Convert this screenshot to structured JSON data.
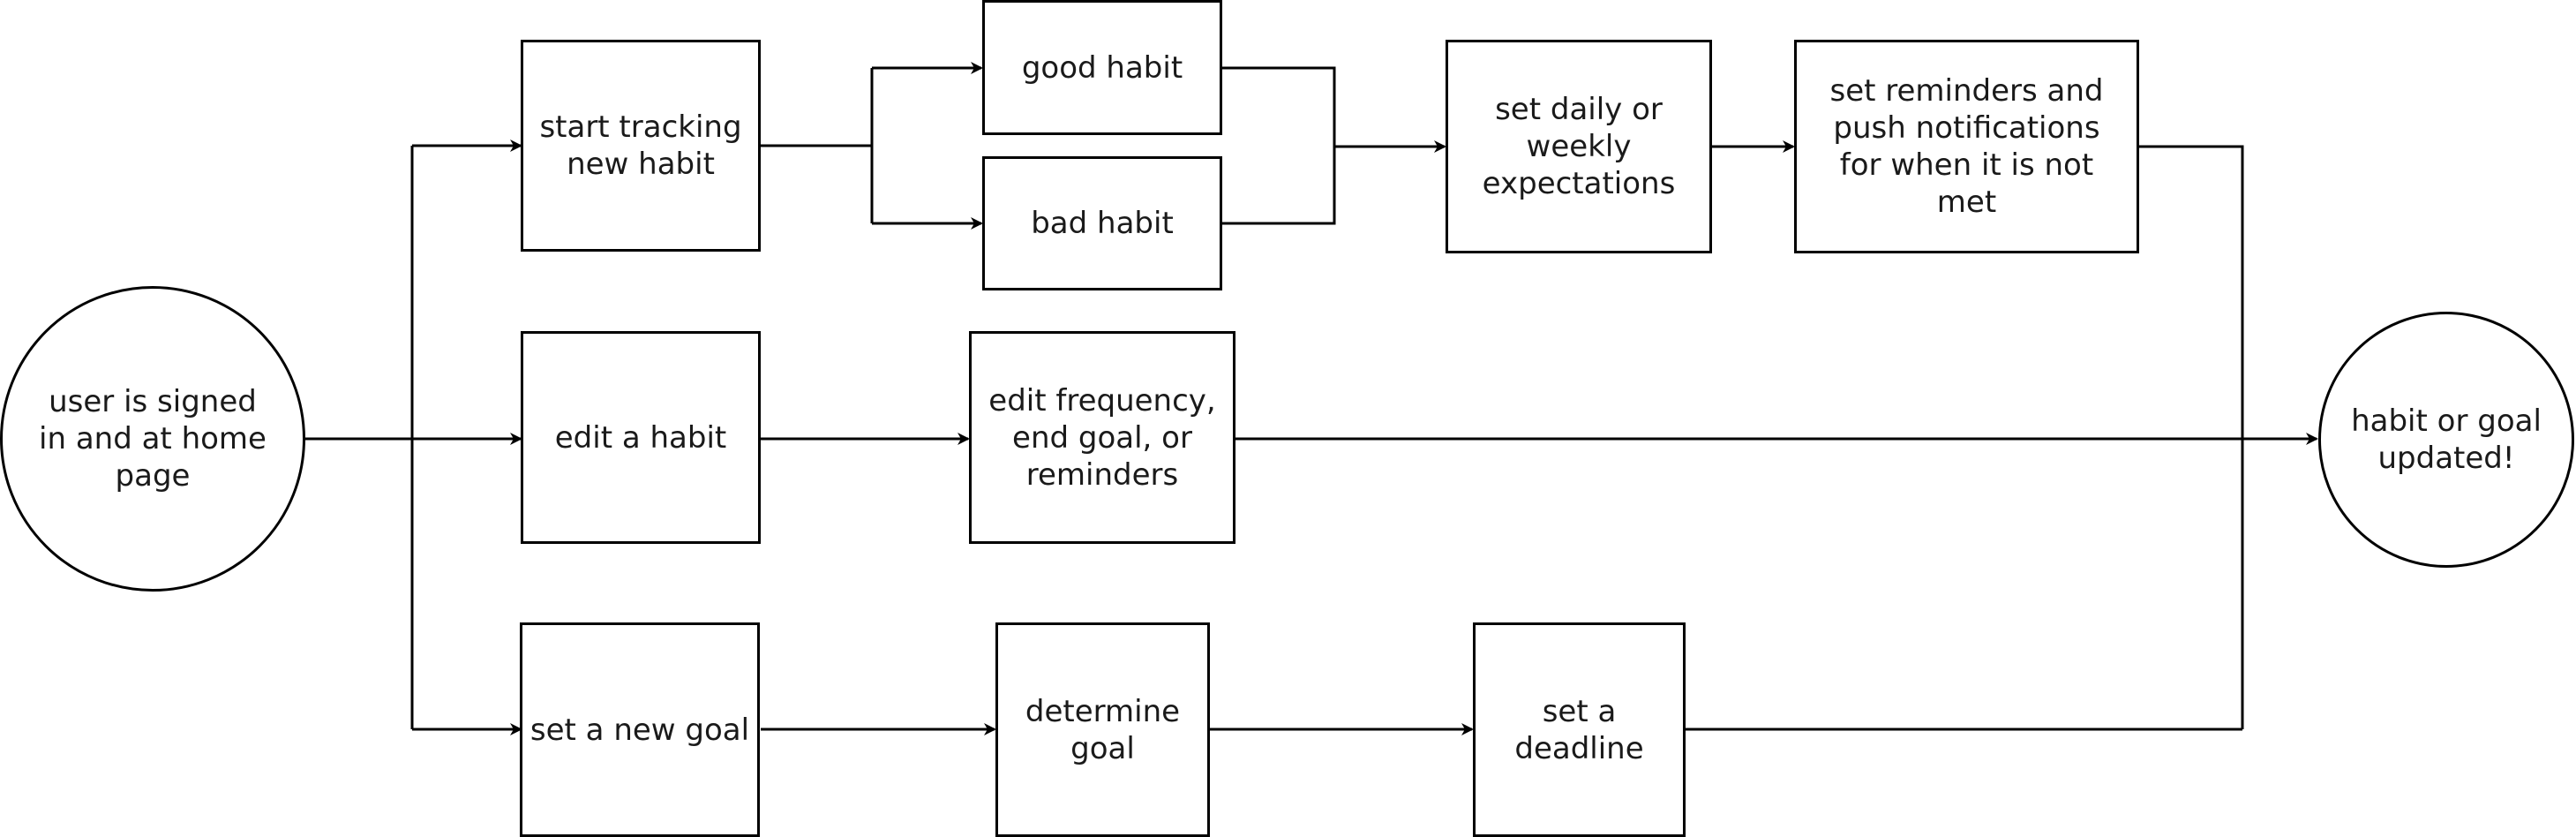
{
  "diagram": {
    "nodes": {
      "start": "user is signed\nin and at home\npage",
      "track": "start tracking\nnew habit",
      "good": "good habit",
      "bad": "bad habit",
      "expect": "set daily or\nweekly\nexpectations",
      "remind": "set reminders and\npush notifications\nfor when it is not\nmet",
      "edit": "edit a habit",
      "editfreq": "edit frequency,\nend goal, or\nreminders",
      "goal": "set a new goal",
      "determine": "determine\ngoal",
      "deadline": "set a\ndeadline",
      "end": "habit or goal\nupdated!"
    }
  }
}
